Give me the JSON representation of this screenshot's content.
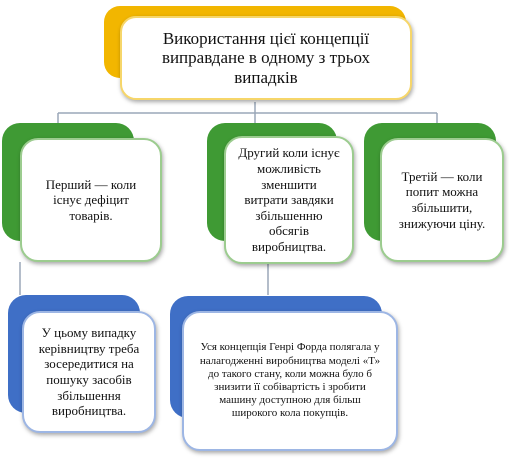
{
  "colors": {
    "title_accent": "#f2b600",
    "title_border": "#f6d66a",
    "green_accent": "#3f9a34",
    "green_border": "#9ccc8f",
    "blue_accent": "#3f6fc6",
    "blue_border": "#9db6e4",
    "connector": "#9aa7b8"
  },
  "root": {
    "text": "Використання цієї концепції виправдане в одному з трьох випадків"
  },
  "cases": [
    {
      "text": "Перший — коли існує дефіцит товарів."
    },
    {
      "text": "Другий коли існує можливість зменшити витрати завдяки збільшенню обсягів виробництва."
    },
    {
      "text": "Третій — коли попит можна збільшити, знижуючи ціну."
    }
  ],
  "details": [
    {
      "text": "У цьому випадку керівництву треба зосередитися на пошуку засобів збільшення виробництва."
    },
    {
      "text": "Уся концепція Генрі Форда полягала у налагодженні виробництва моделі «Т» до такого стану, коли можна було б знизити її собівартість і зробити машину доступною для більш широкого кола покупців."
    }
  ]
}
